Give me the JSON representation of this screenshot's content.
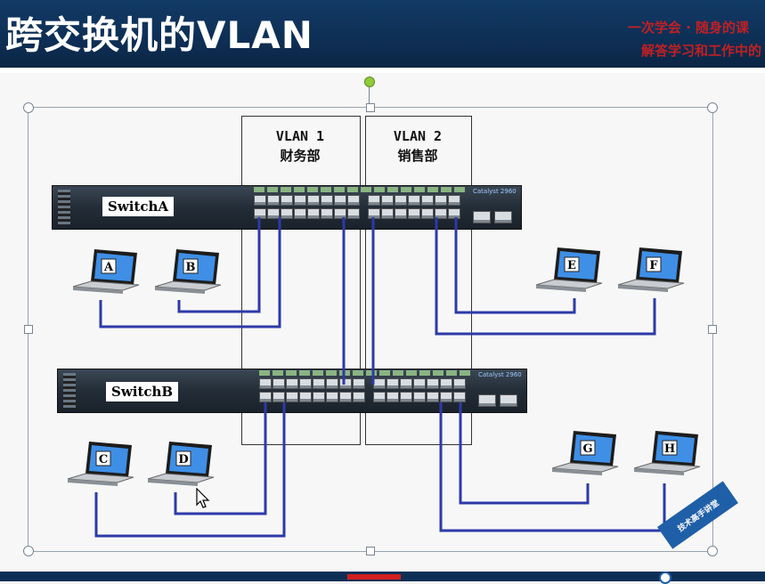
{
  "header": {
    "title": "跨交换机的VLAN",
    "promo_lines": [
      "",
      "一次学会 · 随身的课",
      "解答学习和工作中的"
    ]
  },
  "vlans": [
    {
      "line1": "VLAN 1",
      "line2": "财务部"
    },
    {
      "line1": "VLAN 2",
      "line2": "销售部"
    }
  ],
  "switches": [
    {
      "label": "SwitchA",
      "brand": "Catalyst 2960"
    },
    {
      "label": "SwitchB",
      "brand": "Catalyst 2960"
    }
  ],
  "hosts": [
    "A",
    "B",
    "C",
    "D",
    "E",
    "F",
    "G",
    "H"
  ],
  "logo_text": "技术高手讲堂",
  "colors": {
    "header_bg": "#0e2f55",
    "wire": "#2d3aa8",
    "promo_text": "#d31f1f"
  }
}
